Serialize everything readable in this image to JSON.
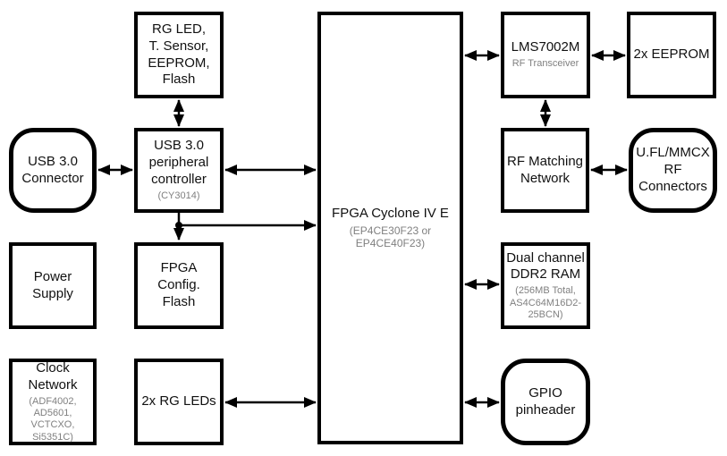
{
  "colors": {
    "line": "#000000",
    "text": "#111111",
    "secondary_text": "#808080",
    "background": "#ffffff"
  },
  "boxes": {
    "rg_led_sensor": {
      "title": "RG LED,\nT. Sensor,\nEEPROM,\nFlash"
    },
    "usb3_connector": {
      "title": "USB 3.0\nConnector"
    },
    "usb3_controller": {
      "title": "USB 3.0\nperipheral\ncontroller",
      "sub": "(CY3014)"
    },
    "power_supply": {
      "title": "Power\nSupply"
    },
    "fpga_config_flash": {
      "title": "FPGA\nConfig.\nFlash"
    },
    "clock_network": {
      "title": "Clock\nNetwork",
      "sub": "(ADF4002,\nAD5601,\nVCTCXO,\nSi5351C)"
    },
    "rg_leds": {
      "title": "2x RG LEDs"
    },
    "fpga": {
      "title": "FPGA Cyclone IV E",
      "sub": "(EP4CE30F23 or\nEP4CE40F23)"
    },
    "lms7002m": {
      "title": "LMS7002M",
      "sub": "RF Transceiver"
    },
    "eeprom": {
      "title": "2x EEPROM"
    },
    "rf_matching": {
      "title": "RF Matching\nNetwork"
    },
    "ufl_mmcx": {
      "title": "U.FL/MMCX\nRF\nConnectors"
    },
    "ddr2": {
      "title": "Dual channel\nDDR2 RAM",
      "sub": "(256MB Total,\nAS4C64M16D2-\n25BCN)"
    },
    "gpio": {
      "title": "GPIO\npinheader"
    }
  }
}
